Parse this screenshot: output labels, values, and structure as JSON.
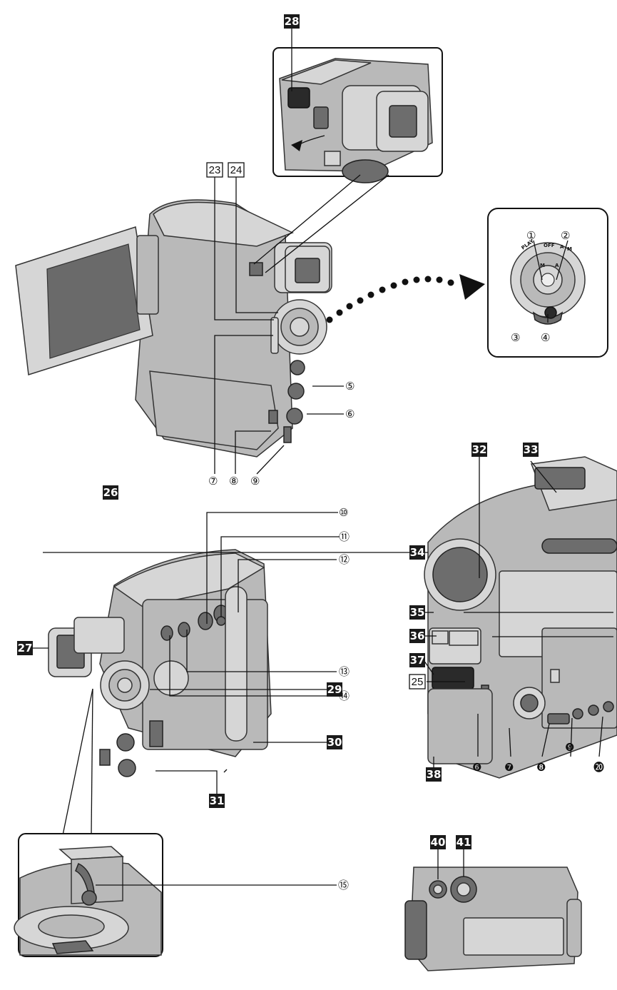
{
  "palette": {
    "body": "#b9b9b9",
    "light": "#d6d6d6",
    "dark": "#6d6d6d",
    "label_black": "#1a1a1a"
  },
  "icons": [
    "viewfinder",
    "lcd-monitor",
    "lens",
    "power-dial",
    "dotted-arrow"
  ],
  "dial": {
    "play": "PLAY",
    "off": "OFF",
    "a": "A",
    "m": "M"
  },
  "callouts": {
    "c1": "①",
    "c2": "②",
    "c3": "③",
    "c4": "④",
    "c5": "⑤",
    "c6": "⑥",
    "c7": "⑦",
    "c8": "⑧",
    "c9": "⑨",
    "c10": "⑩",
    "c11": "⑪",
    "c12": "⑫",
    "c13": "⑬",
    "c14": "⑭",
    "c15": "⑮",
    "c16": "❻",
    "c17": "❼",
    "c18": "❽",
    "c19": "❾",
    "c20": "⓴",
    "b23": "23",
    "b24": "24",
    "b25": "25",
    "k26": "26",
    "k27": "27",
    "k28": "28",
    "k29": "29",
    "k30": "30",
    "k31": "31",
    "k32": "32",
    "k33": "33",
    "k34": "34",
    "k35": "35",
    "k36": "36",
    "k37": "37",
    "k38": "38",
    "k40": "40",
    "k41": "41"
  }
}
